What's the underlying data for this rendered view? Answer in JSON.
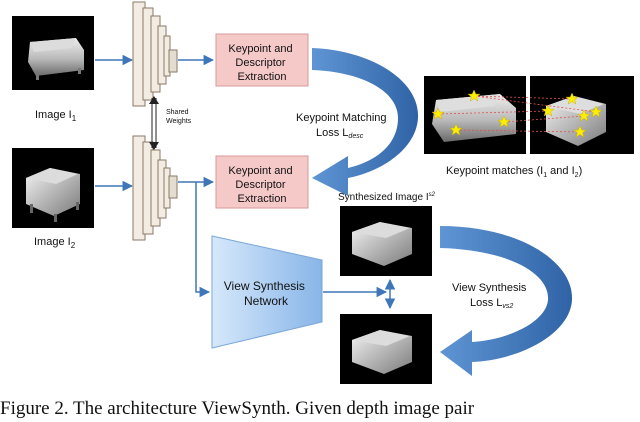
{
  "labels": {
    "image1_main": "Image I",
    "image1_sub": "1",
    "image2_main": "Image I",
    "image2_sub": "2",
    "extraction_top_line1": "Keypoint and",
    "extraction_top_line2": "Descriptor",
    "extraction_top_line3": "Extraction",
    "extraction_bottom_line1": "Keypoint and",
    "extraction_bottom_line2": "Descriptor",
    "extraction_bottom_line3": "Extraction",
    "shared_weights_line1": "Shared",
    "shared_weights_line2": "Weights",
    "keypoint_matching_line1": "Keypoint Matching",
    "keypoint_matching_line2": "Loss L",
    "keypoint_matching_sub": "desc",
    "keypoint_matches_label": "Keypoint matches (I",
    "keypoint_matches_sub1": "1",
    "keypoint_matches_mid": " and I",
    "keypoint_matches_sub2": "2",
    "keypoint_matches_end": ")",
    "synthesized_label": "Synthesized Image I",
    "synthesized_sup": "s2",
    "view_synthesis_net_line1": "View Synthesis",
    "view_synthesis_net_line2": "Network",
    "view_synthesis_loss_line1": "View Synthesis",
    "view_synthesis_loss_line2": "Loss L",
    "view_synthesis_loss_sub": "vs2"
  },
  "caption": "Figure 2. The architecture ViewSynth.  Given depth image pair",
  "colors": {
    "extraction_box_fill": "#f6c9c9",
    "extraction_box_stroke": "#d79a9a",
    "arrow_blue": "#3f76b8",
    "star_yellow": "#ffee00",
    "network_gradient_start": "#d6e8fb",
    "network_gradient_end": "#88b5e8"
  }
}
